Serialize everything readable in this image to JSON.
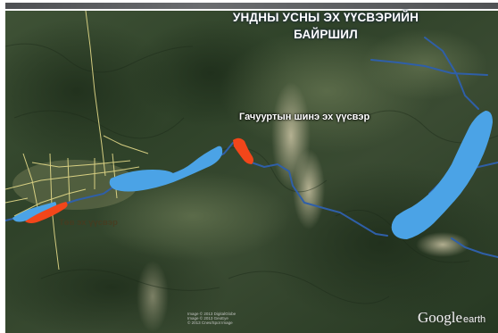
{
  "map": {
    "title_line1": "УНДНЫ УСНЫ ЭХ ҮҮСВЭРИЙН",
    "title_line2": "БАЙРШИЛ",
    "new_source_label": "Гачууртын шинэ эх үүсвэр",
    "old_source_label": "Төв эх үүсвэр",
    "imagery_lines": [
      "Image © 2013 DigitalGlobe",
      "Image © 2013 GeoEye",
      "© 2013 Cnes/Spot Image"
    ],
    "brand_google": "Google",
    "brand_earth": "earth",
    "colors": {
      "reservoir": "#4ba3e6",
      "source_zone": "#f2461a",
      "river": "#2f5fa8",
      "roads": "#e6dc8a"
    }
  }
}
